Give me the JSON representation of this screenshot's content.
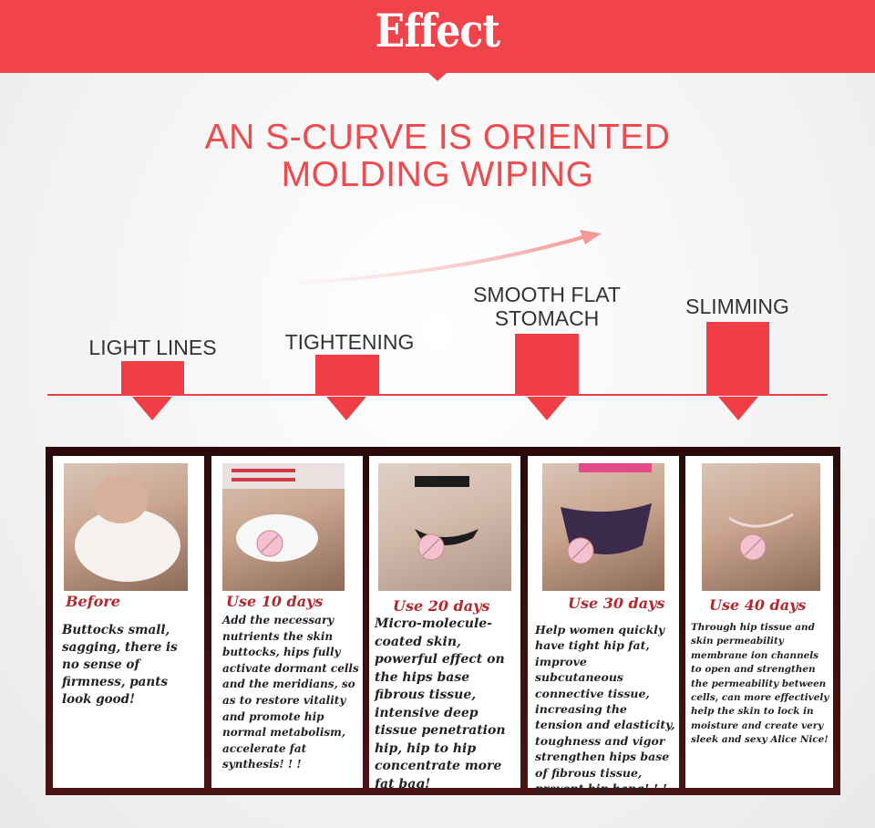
{
  "banner": {
    "title": "Effect",
    "color": "#f1434a"
  },
  "headline": {
    "line1": "AN S-CURVE IS ORIENTED",
    "line2": "MOLDING WIPING",
    "color": "#ef4a4d"
  },
  "stages": [
    {
      "label": "LIGHT LINES"
    },
    {
      "label": "TIGHTENING"
    },
    {
      "label_line1": "SMOOTH FLAT",
      "label_line2": "STOMACH"
    },
    {
      "label": "SLIMMING"
    }
  ],
  "cards": [
    {
      "title": "Before",
      "text": "Buttocks small, sagging, there is no sense of firmness, pants look good!"
    },
    {
      "title": "Use 10 days",
      "text": "Add the necessary nutrients the skin buttocks, hips fully activate dormant cells and the meridians, so as to restore vitality and promote hip normal metabolism, accelerate fat synthesis! ! !"
    },
    {
      "title": "Use 20 days",
      "text": "Micro-molecule-coated skin, powerful effect on the hips base fibrous tissue, intensive deep tissue penetration hip, hip to hip concentrate more fat bag!"
    },
    {
      "title": "Use 30 days",
      "text": "Help women quickly have tight hip fat, improve subcutaneous connective tissue, increasing the tension and elasticity, toughness and vigor strengthen hips base of fibrous tissue, prevent hip hang! ! !"
    },
    {
      "title": "Use 40 days",
      "text": "Through hip tissue and skin permeability membrane ion channels to open and strengthen the permeability between cells, can more effectively help the skin to lock in moisture and create very sleek and sexy Alice Nice!"
    }
  ]
}
